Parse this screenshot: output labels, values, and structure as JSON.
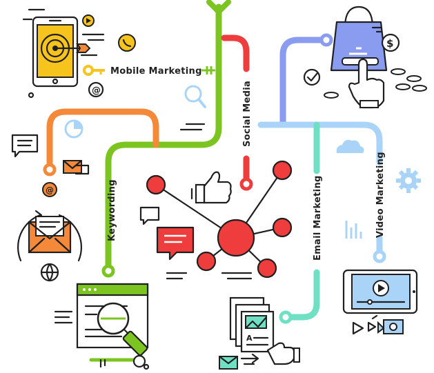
{
  "labels": {
    "mobile_marketing": "Mobile Marketing",
    "social_media": "Social Media",
    "keywording": "Keywording",
    "email_marketing": "Email Marketing",
    "video_marketing": "Video Marketing"
  },
  "icons": {
    "email_envelope_letter": "A"
  },
  "colors": {
    "green": "#7cc520",
    "orange": "#f5893a",
    "red": "#ef3d3d",
    "blue": "#8a9cf0",
    "light_blue": "#a9d4f7",
    "teal": "#6fe0c4",
    "yellow": "#f7c31d"
  }
}
